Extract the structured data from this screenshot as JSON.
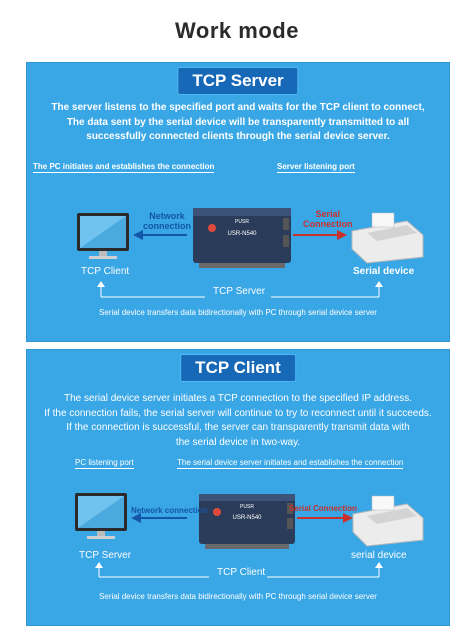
{
  "page_title": "Work mode",
  "server_panel": {
    "badge": "TCP Server",
    "description_lines": [
      "The server listens to the specified port and waits for the TCP client to connect,",
      "The data sent by the serial device will be transparently transmitted to all",
      "successfully connected clients through the serial device server."
    ],
    "left_note": "The PC initiates and establishes the connection",
    "right_note": "Server listening port",
    "network_connection": [
      "Network",
      "connection"
    ],
    "serial_connection": [
      "Serial",
      "Connection"
    ],
    "client_label": "TCP Client",
    "serial_device_label": "Serial device",
    "link_label": "TCP Server",
    "footer": "Serial device transfers data bidirectionally with PC through serial device server"
  },
  "client_panel": {
    "badge": "TCP Client",
    "description_lines": [
      "The serial device server initiates a TCP connection to the specified IP address.",
      "If the connection fails, the serial server will continue to try to reconnect until it succeeds.",
      "If the connection is successful, the server can transparently transmit data with",
      "the serial device in two-way."
    ],
    "left_note": "PC listening port",
    "right_note": "The serial device server initiates and establishes the connection",
    "network_connection": "Network connection",
    "serial_connection": "Serial Connection",
    "server_label": "TCP Server",
    "serial_device_label": "serial device",
    "link_label": "TCP Client",
    "footer": "Serial device transfers data bidirectionally with PC through serial device server"
  },
  "device": {
    "brand": "PUSR",
    "model": "USR-N540"
  },
  "colors": {
    "panel": "#39a6e6",
    "badge": "#1769b8",
    "network_arrow": "#1456a8",
    "serial_arrow": "#c9302c"
  }
}
